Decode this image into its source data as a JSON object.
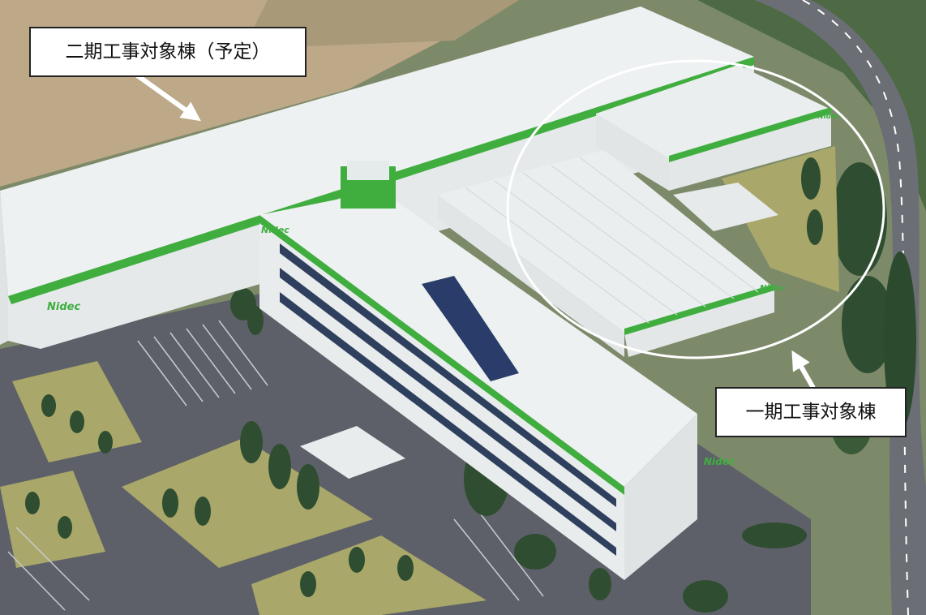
{
  "annotations": {
    "phase2_label": "二期工事対象棟（予定）",
    "phase1_label": "一期工事対象棟"
  },
  "logos": {
    "wall_logo_text": "Nidec"
  },
  "colors": {
    "brand_green": "#3fae3f",
    "lawn": "#a9a76a",
    "asphalt": "#5d6068",
    "roof": "#eef1f1",
    "wall": "#e9ecec",
    "glass": "#2f3f5e",
    "solar_panel": "#2a3d6a",
    "tree": "#2f4d30"
  },
  "icons": [
    "arrow-icon",
    "highlight-ellipse-icon"
  ]
}
